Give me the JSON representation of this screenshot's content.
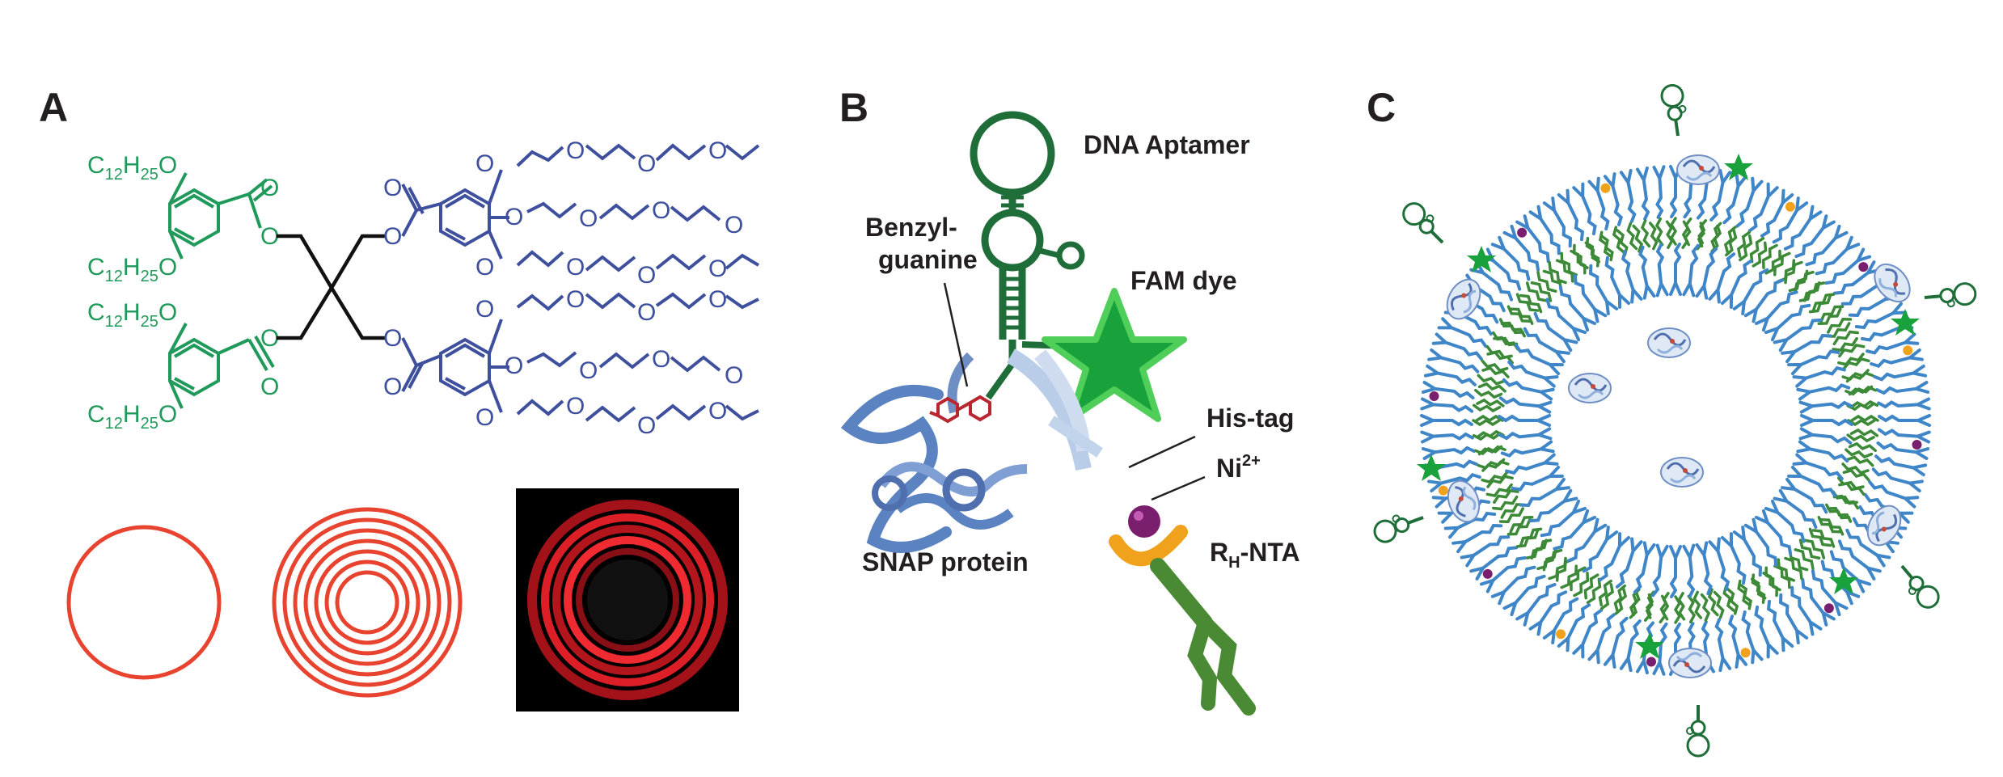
{
  "panels": {
    "a": {
      "letter": "A"
    },
    "b": {
      "letter": "B"
    },
    "c": {
      "letter": "C"
    }
  },
  "chemistry": {
    "chain_c": "C",
    "chain_n1": "12",
    "chain_h": "H",
    "chain_n2": "25",
    "chain_o": "O",
    "oxygen": "O"
  },
  "labels_b": {
    "dna_aptamer": "DNA Aptamer",
    "benzyl_1": "Benzyl-",
    "benzyl_2": "guanine",
    "fam_dye": "FAM dye",
    "his_tag": "His-tag",
    "ni_base": "Ni",
    "ni_charge": "2+",
    "snap_protein": "SNAP protein",
    "rh_r": "R",
    "rh_sub": "H",
    "rh_rest": "-NTA"
  },
  "colors": {
    "hydrophobic_green": "#1f9a5a",
    "hydrophilic_blue": "#3e4f9e",
    "ring_red": "#e8432e",
    "aptamer_green": "#1f6e3a",
    "fam_green": "#19a23c",
    "membrane_blue": "#3f86c8",
    "membrane_green": "#3c8a37",
    "protein_blue": "#8fb0dc",
    "ni_purple": "#7a1f6e",
    "nta_orange": "#f0a21c",
    "tail_green": "#4b8a34"
  }
}
